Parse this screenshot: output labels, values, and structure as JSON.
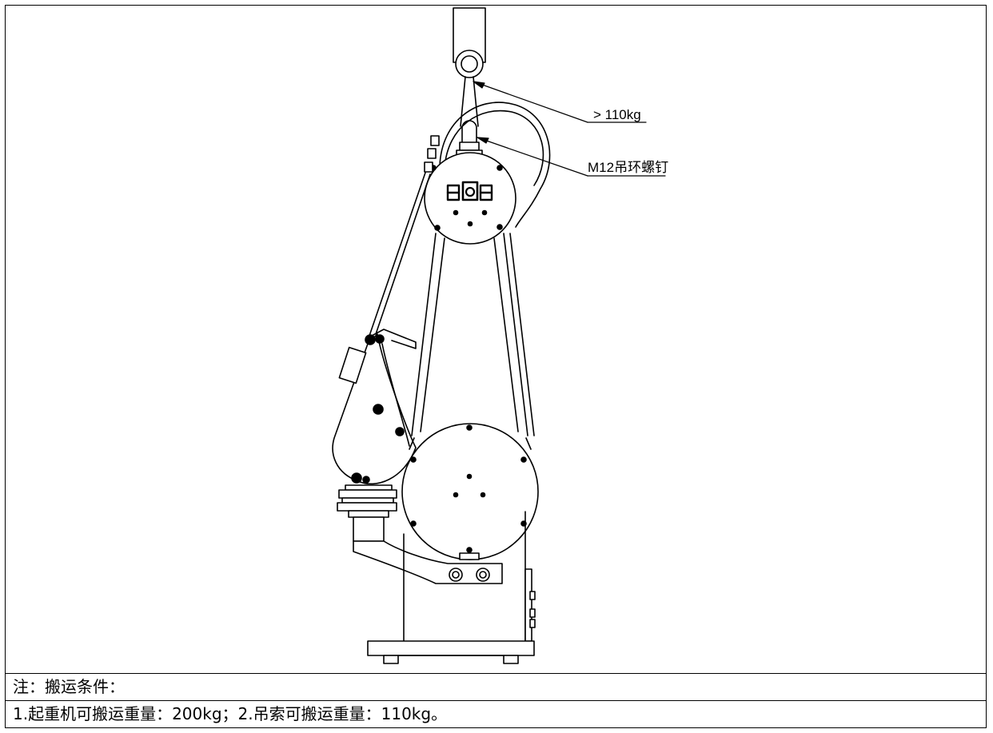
{
  "callouts": {
    "load_label": "> 110kg",
    "eyebolt_label": "M12吊环螺钉"
  },
  "notes": {
    "title": "注：搬运条件：",
    "body": "1.起重机可搬运重量：200kg；2.吊索可搬运重量：110kg。"
  }
}
